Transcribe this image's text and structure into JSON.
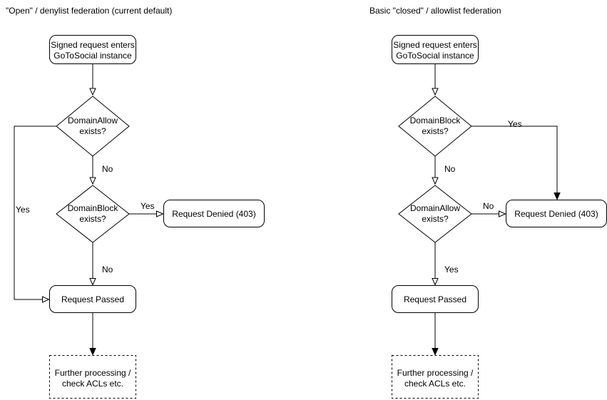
{
  "colors": {
    "line": "#000000",
    "node_fill": "#ffffff",
    "text": "#000000",
    "background": "#ffffff"
  },
  "left": {
    "title": "\"Open\" / denylist federation (current default)",
    "start": {
      "line1": "Signed request enters",
      "line2": "GoToSocial instance"
    },
    "decision1": {
      "line1": "DomainAllow",
      "line2": "exists?",
      "yes_label": "Yes",
      "no_label": "No"
    },
    "decision2": {
      "line1": "DomainBlock",
      "line2": "exists?",
      "yes_label": "Yes",
      "no_label": "No"
    },
    "denied": {
      "label": "Request Denied (403)"
    },
    "passed": {
      "label": "Request Passed"
    },
    "further": {
      "line1": "Further processing /",
      "line2": "check ACLs etc."
    }
  },
  "right": {
    "title": "Basic \"closed\" / allowlist federation",
    "start": {
      "line1": "Signed request enters",
      "line2": "GoToSocial instance"
    },
    "decision1": {
      "line1": "DomainBlock",
      "line2": "exists?",
      "yes_label": "Yes",
      "no_label": "No"
    },
    "decision2": {
      "line1": "DomainAllow",
      "line2": "exists?",
      "yes_label": "Yes",
      "no_label": "No"
    },
    "denied": {
      "label": "Request Denied (403)"
    },
    "passed": {
      "label": "Request Passed"
    },
    "further": {
      "line1": "Further processing /",
      "line2": "check ACLs etc."
    }
  }
}
